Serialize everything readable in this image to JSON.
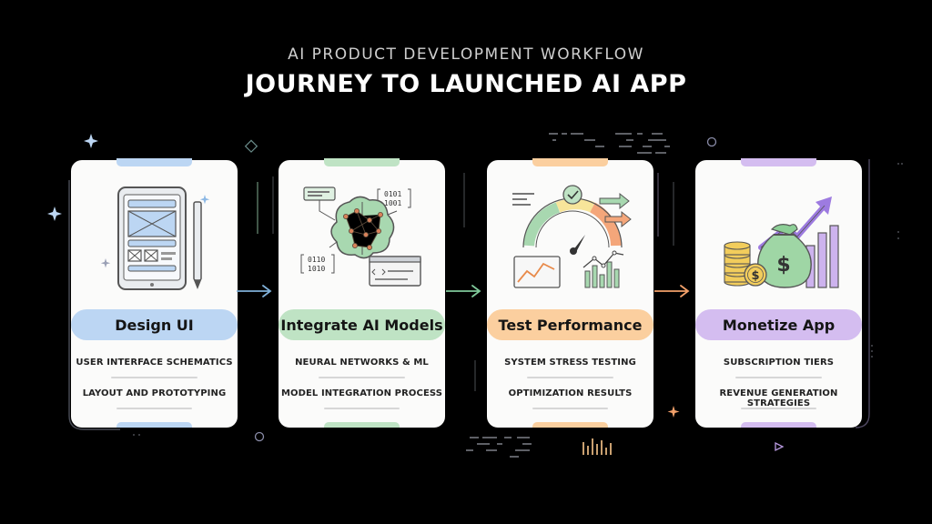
{
  "header": {
    "subtitle": "AI PRODUCT DEVELOPMENT WORKFLOW",
    "title": "JOURNEY TO LAUNCHED AI APP"
  },
  "steps": [
    {
      "label": "Design UI",
      "details": [
        "USER INTERFACE SCHEMATICS",
        "LAYOUT AND PROTOTYPING"
      ],
      "accent": "#bcd6f3",
      "icon": "tablet-wireframe-icon"
    },
    {
      "label": "Integrate AI Models",
      "details": [
        "NEURAL NETWORKS & ML",
        "MODEL INTEGRATION PROCESS"
      ],
      "accent": "#bfe3c4",
      "icon": "neural-brain-icon"
    },
    {
      "label": "Test Performance",
      "details": [
        "SYSTEM STRESS TESTING",
        "OPTIMIZATION RESULTS"
      ],
      "accent": "#fbcf9f",
      "icon": "speed-gauge-icon"
    },
    {
      "label": "Monetize App",
      "details": [
        "SUBSCRIPTION TIERS",
        "REVENUE GENERATION STRATEGIES"
      ],
      "accent": "#d4bdf0",
      "icon": "money-bag-growth-icon"
    }
  ],
  "code_snippets": {
    "binary_top": [
      "0101",
      "1001"
    ],
    "binary_bottom": [
      "0110",
      "1010"
    ]
  },
  "colors": {
    "background": "#000000",
    "card": "#fbfbfa",
    "arrow_blue": "#7fb0d8",
    "arrow_green": "#7fc99a",
    "arrow_orange": "#f2a06a"
  }
}
